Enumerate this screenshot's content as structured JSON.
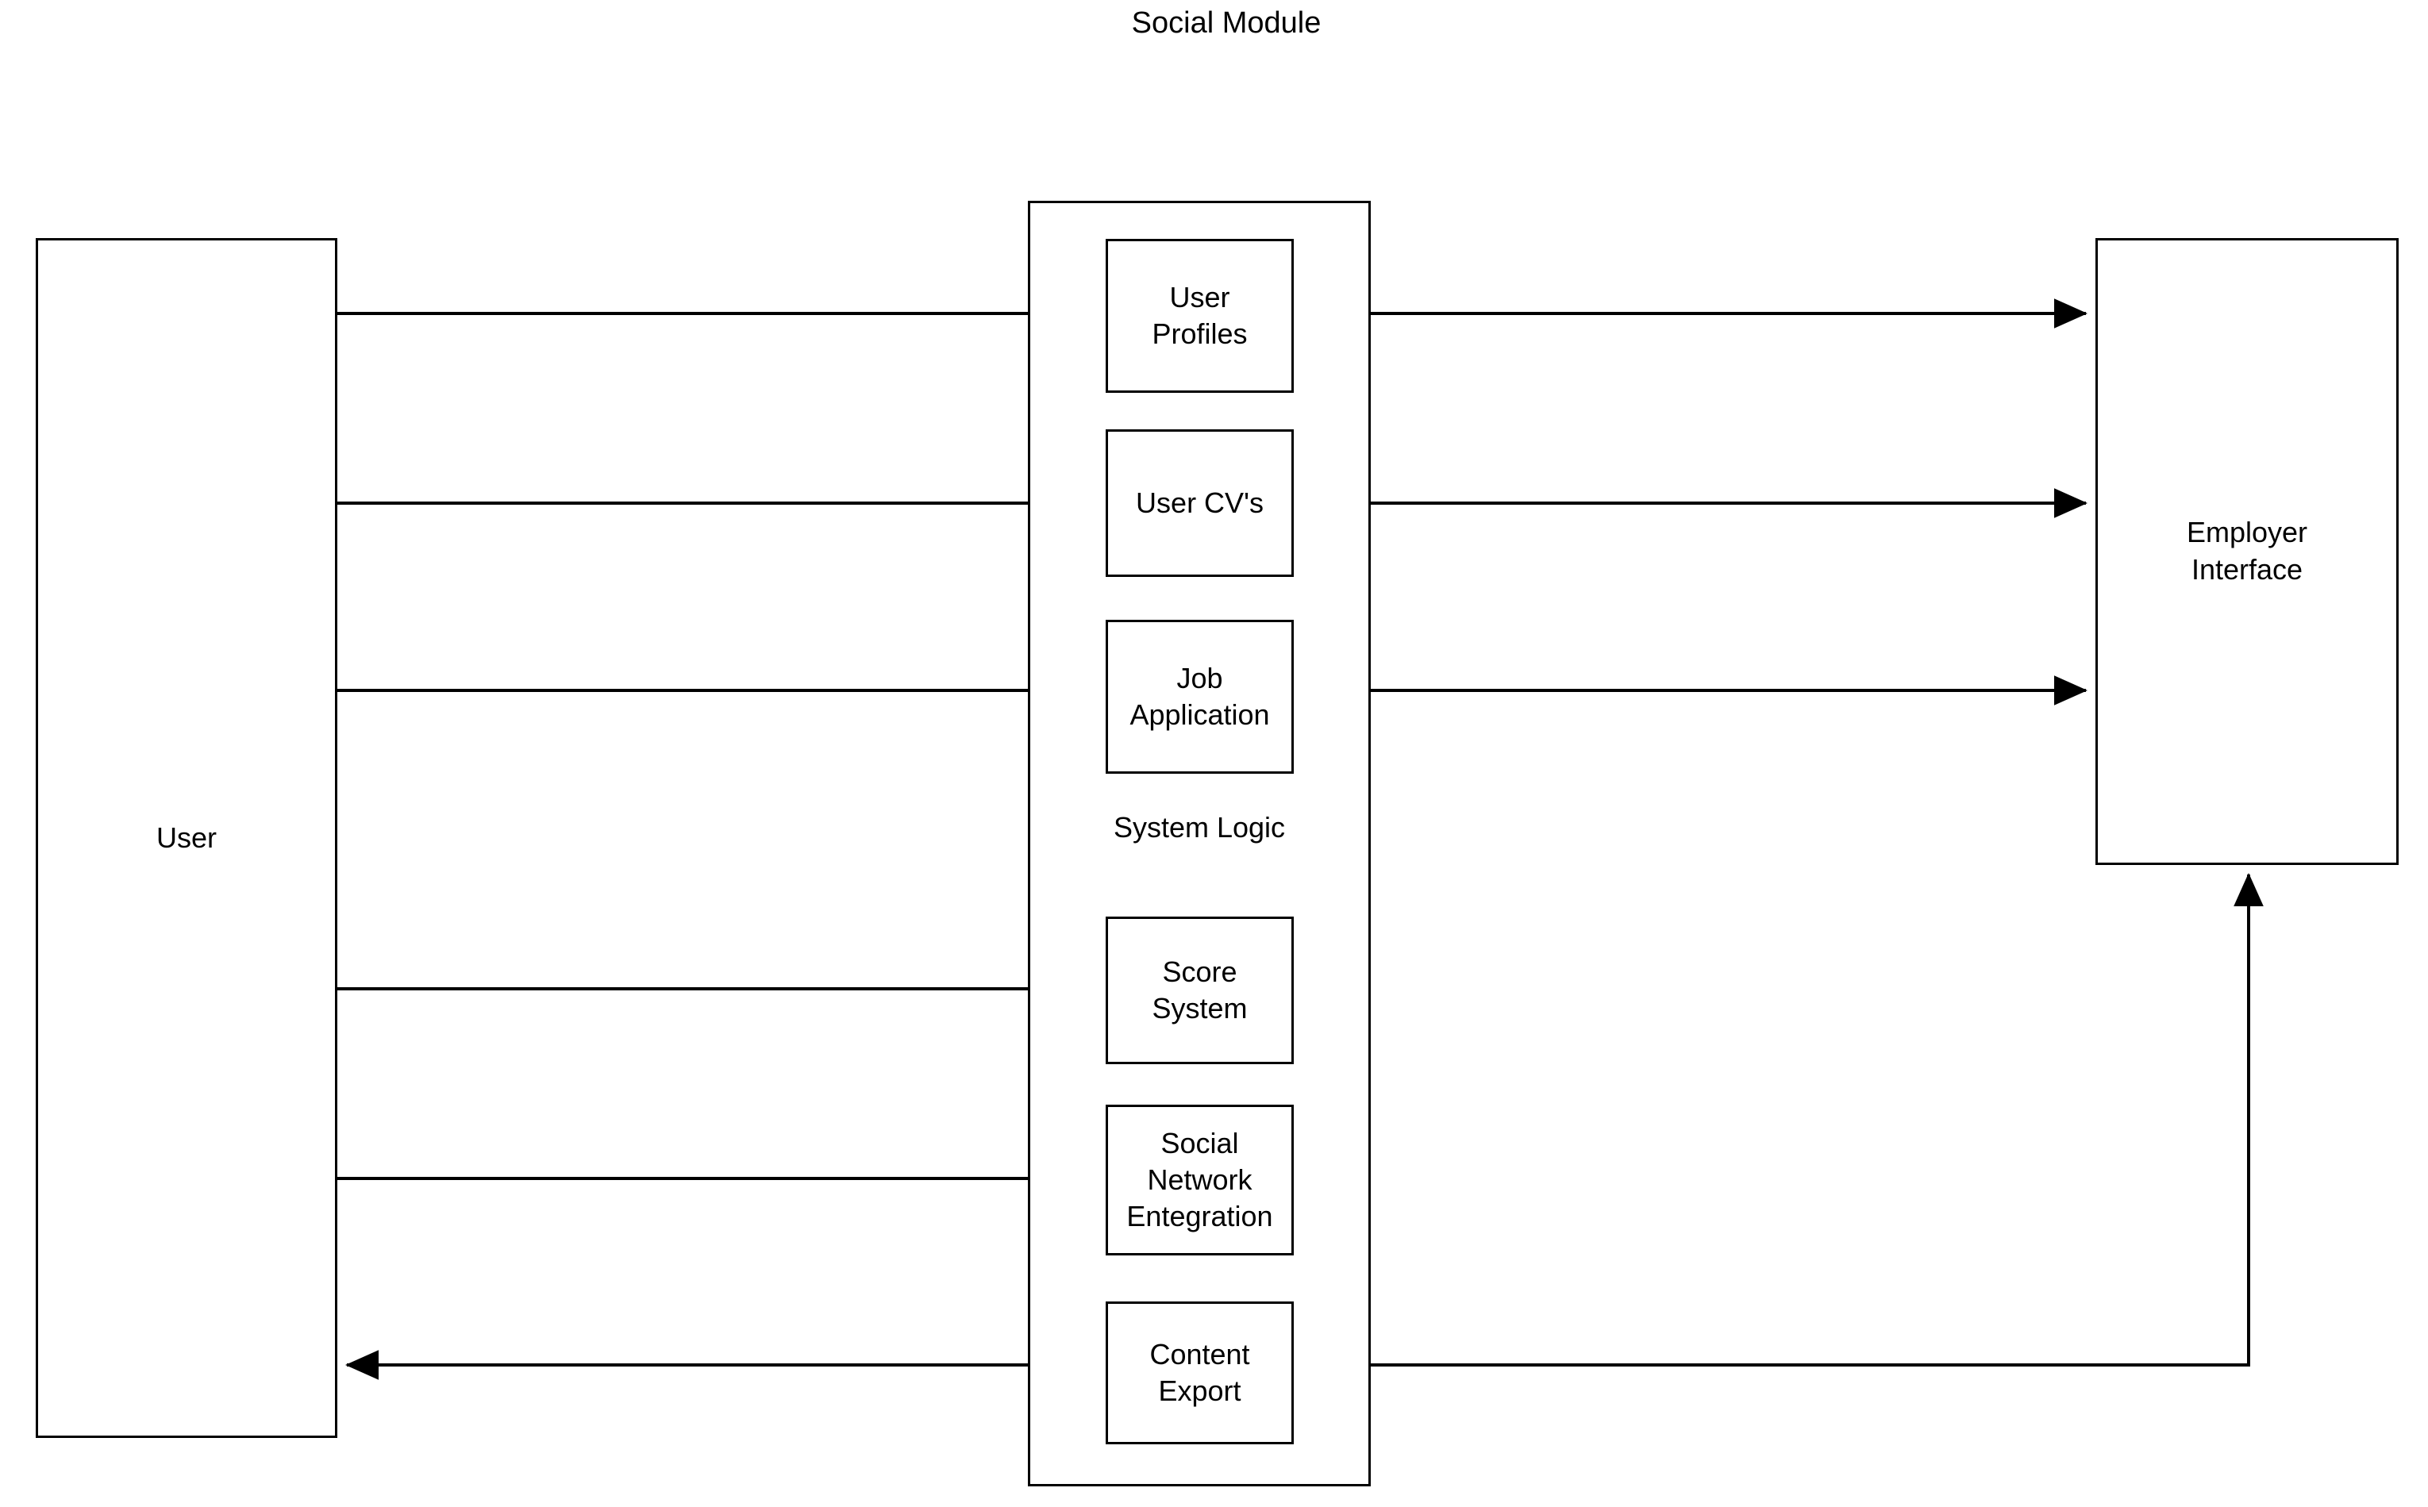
{
  "diagram": {
    "title": "Social Module",
    "section_label": "System Logic",
    "actors": {
      "user": "User",
      "employer": "Employer Interface"
    },
    "modules": [
      {
        "id": "user-profiles",
        "label": "User\nProfiles",
        "line1": "User",
        "line2": "Profiles"
      },
      {
        "id": "user-cvs",
        "label": "User CV's",
        "line1": "User CV's",
        "line2": ""
      },
      {
        "id": "job-application",
        "label": "Job\nApplication",
        "line1": "Job",
        "line2": "Application"
      },
      {
        "id": "score-system",
        "label": "Score\nSystem",
        "line1": "Score",
        "line2": "System"
      },
      {
        "id": "social-network-entegration",
        "label": "Social\nNetwork\nEntegration",
        "line1": "Social",
        "line2": "Network",
        "line3": "Entegration"
      },
      {
        "id": "content-export",
        "label": "Content\nExport",
        "line1": "Content",
        "line2": "Export"
      }
    ],
    "colors": {
      "stroke": "#000000",
      "fill": "#ffffff",
      "text": "#000000"
    }
  }
}
